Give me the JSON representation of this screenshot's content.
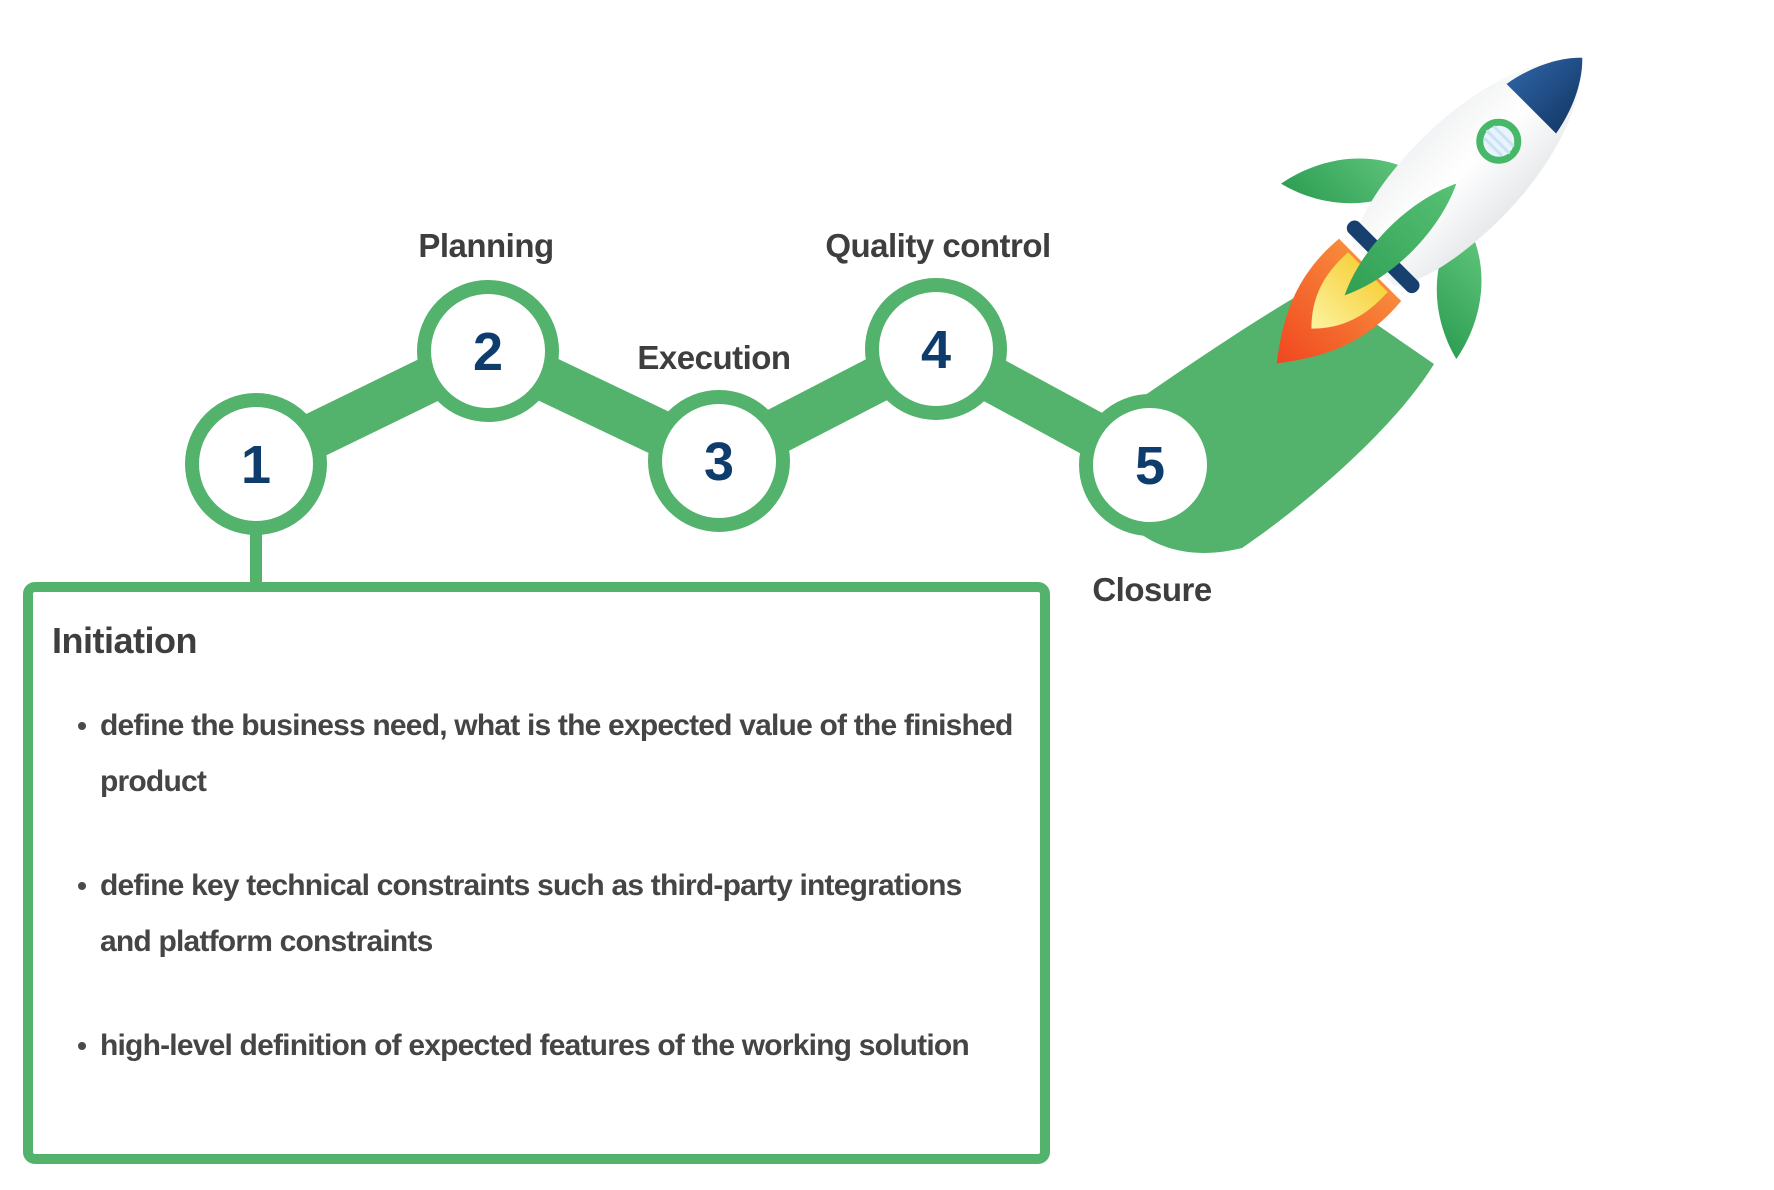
{
  "diagram": {
    "steps": [
      {
        "number": "1",
        "label": "Initiation"
      },
      {
        "number": "2",
        "label": "Planning"
      },
      {
        "number": "3",
        "label": "Execution"
      },
      {
        "number": "4",
        "label": "Quality control"
      },
      {
        "number": "5",
        "label": "Closure"
      }
    ]
  },
  "panel": {
    "heading": "Initiation",
    "bullets": [
      "define the business need, what is the expected value of the finished product",
      "define key technical constraints such as third-party integrations and platform constraints",
      "high-level definition of expected features of the working solution"
    ]
  },
  "colors": {
    "accent_green": "#53b26b",
    "number_navy": "#0e3d6d",
    "label_text_gray": "#3e3e3e",
    "body_text_gray": "#454545",
    "rocket_nose_navy": "#18406f",
    "flame_orange": "#f0461f",
    "flame_yellow": "#f8d23f"
  },
  "icons": {
    "rocket": "rocket-ship-launching",
    "bullet_marker": "small-round-dot"
  }
}
